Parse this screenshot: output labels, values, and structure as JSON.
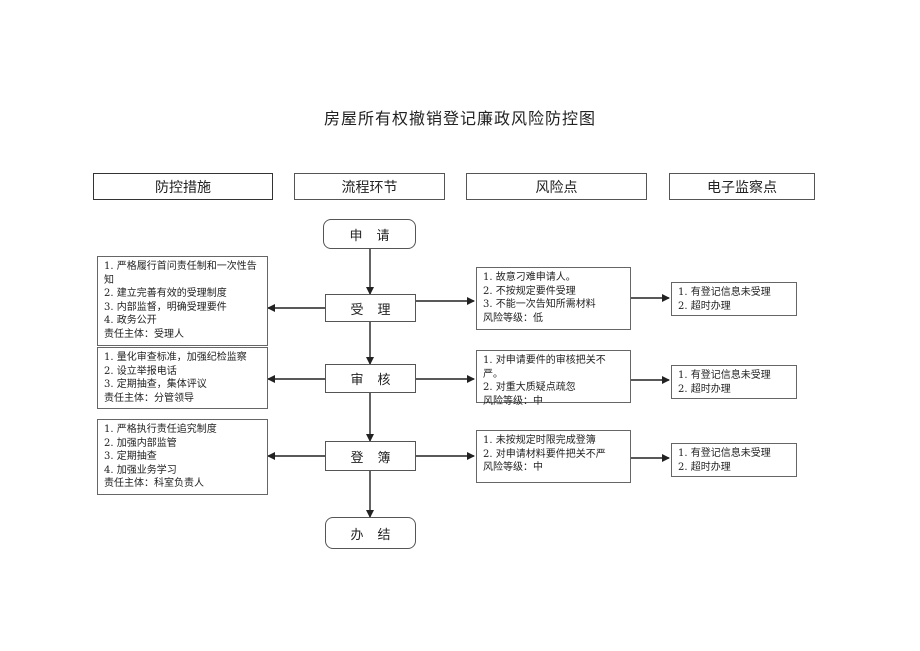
{
  "title": "房屋所有权撤销登记廉政风险防控图",
  "headers": {
    "measures": "防控措施",
    "process": "流程环节",
    "risk": "风险点",
    "monitor": "电子监察点"
  },
  "steps": {
    "apply": "申请",
    "accept": "受理",
    "review": "审核",
    "register": "登簿",
    "complete": "办结"
  },
  "measures": {
    "accept": [
      "1. 严格履行首问责任制和一次性告知",
      "2. 建立完善有效的受理制度",
      "3. 内部监督，明确受理要件",
      "4. 政务公开",
      "责任主体：受理人"
    ],
    "review": [
      "1. 量化审查标准，加强纪检监察",
      "2. 设立举报电话",
      "3. 定期抽查，集体评议",
      "责任主体：分管领导"
    ],
    "register": [
      "1. 严格执行责任追究制度",
      "2. 加强内部监管",
      "3. 定期抽查",
      "4. 加强业务学习",
      "责任主体：科室负责人"
    ]
  },
  "risks": {
    "accept": [
      "1. 故意刁难申请人。",
      "2. 不按规定要件受理",
      "3. 不能一次告知所需材料",
      "风险等级：低"
    ],
    "review": [
      "1. 对申请要件的审核把关不严。",
      "2. 对重大质疑点疏忽",
      "风险等级：中"
    ],
    "register": [
      "1. 未按规定时限完成登簿",
      "2. 对申请材料要件把关不严",
      "风险等级：中"
    ]
  },
  "monitors": {
    "accept": [
      "1. 有登记信息未受理",
      "2. 超时办理"
    ],
    "review": [
      "1. 有登记信息未受理",
      "2. 超时办理"
    ],
    "register": [
      "1. 有登记信息未受理",
      "2. 超时办理"
    ]
  }
}
